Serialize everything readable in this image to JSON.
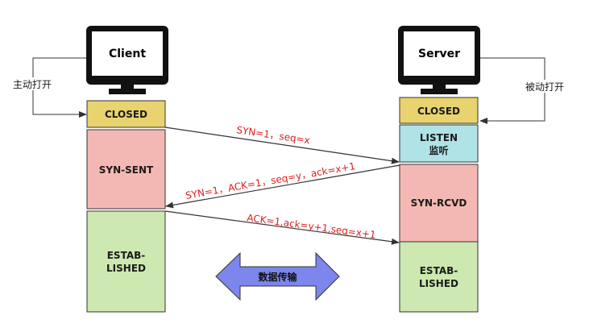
{
  "client": {
    "monitor_label": "Client",
    "side_label": "主动打开",
    "states": {
      "closed": "CLOSED",
      "syn_sent": "SYN-SENT",
      "established_line1": "ESTAB-",
      "established_line2": "LISHED"
    }
  },
  "server": {
    "monitor_label": "Server",
    "side_label": "被动打开",
    "states": {
      "closed": "CLOSED",
      "listen_line1": "LISTEN",
      "listen_line2": "监听",
      "syn_rcvd": "SYN-RCVD",
      "established_line1": "ESTAB-",
      "established_line2": "LISHED"
    }
  },
  "messages": {
    "syn": "SYN=1，seq=x",
    "syn_ack": "SYN=1，ACK=1，seq=y，ack=x+1",
    "ack": "ACK=1,ack=y+1,seq=x+1"
  },
  "transfer_label": "数据传输",
  "colors": {
    "closed": "#e8d36f",
    "listen": "#b0e3e6",
    "syn": "#f4b8b4",
    "established": "#cde8b0",
    "arrow_fill": "#7c86ec",
    "message_text": "#e02020",
    "monitor": "#111111"
  }
}
